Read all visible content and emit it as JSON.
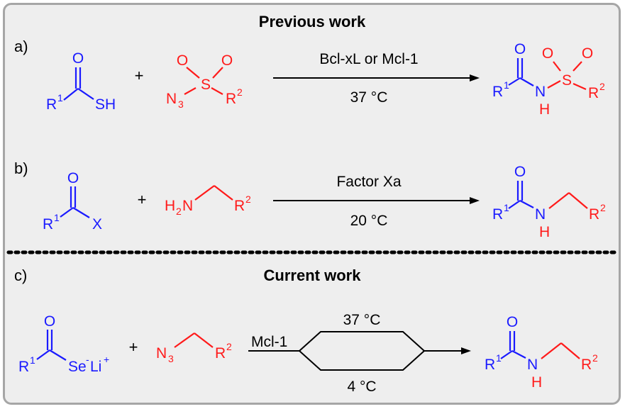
{
  "sections": {
    "previous_title": "Previous work",
    "current_title": "Current work"
  },
  "rows": {
    "a": {
      "label": "a)",
      "plus": "+",
      "reagent_top": "Bcl-xL or Mcl-1",
      "condition": "37 °C"
    },
    "b": {
      "label": "b)",
      "plus": "+",
      "reagent_top": "Factor Xa",
      "condition": "20 °C"
    },
    "c": {
      "label": "c)",
      "plus": "+",
      "reagent_left": "Mcl-1",
      "condition_top": "37 °C",
      "condition_bottom": "4 °C"
    }
  },
  "atoms": {
    "O": "O",
    "S": "S",
    "SH": "SH",
    "N": "N",
    "H": "H",
    "X": "X",
    "R": "R",
    "one": "1",
    "two": "2",
    "three": "3",
    "Se": "Se",
    "minus": "-",
    "Li": "Li",
    "plus_charge": "+"
  },
  "colors": {
    "substrate": "#1a1aff",
    "partner": "#ff1a1a",
    "panel_bg": "#eeeeee",
    "panel_border": "#a6a6a6"
  }
}
